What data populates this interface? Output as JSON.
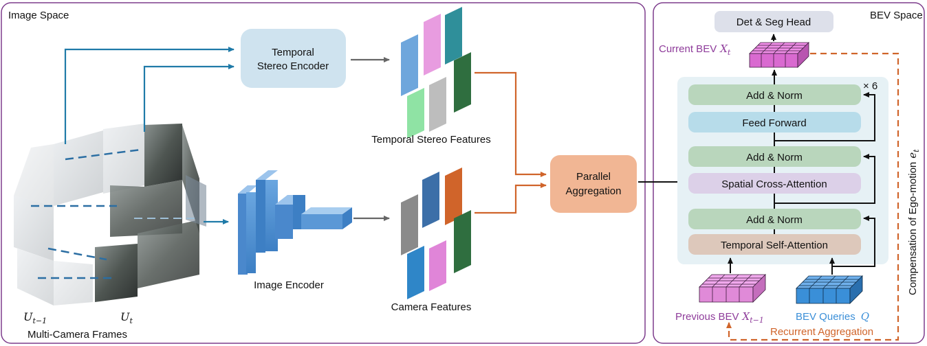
{
  "image_space": {
    "title": "Image Space",
    "temporal_stereo_encoder": {
      "line1": "Temporal",
      "line2": "Stereo Encoder"
    },
    "temporal_stereo_features": "Temporal Stereo Features",
    "image_encoder": "Image Encoder",
    "camera_features": "Camera Features",
    "parallel_aggregation": {
      "line1": "Parallel",
      "line2": "Aggregation"
    },
    "u_prev": "U",
    "u_prev_sub": "t−1",
    "u_curr": "U",
    "u_curr_sub": "t",
    "frames_label": "Multi-Camera Frames"
  },
  "bev_space": {
    "title": "BEV Space",
    "head": "Det & Seg Head",
    "current_bev": "Current BEV",
    "current_var": "X",
    "current_sub": "t",
    "repeat": "× 6",
    "layers": [
      "Add & Norm",
      "Feed Forward",
      "Add & Norm",
      "Spatial Cross-Attention",
      "Add & Norm",
      "Temporal Self-Attention"
    ],
    "previous_bev": "Previous BEV",
    "previous_var": "X",
    "previous_sub": "t−1",
    "bev_queries": "BEV Queries",
    "queries_var": "Q",
    "recurrent": "Recurrent Aggregation",
    "ego_motion": "Compensation of Ego-motion",
    "ego_var": "e",
    "ego_sub": "t"
  },
  "colors": {
    "panel_border": "#7d3c8c",
    "blue_arrow": "#1f7aa8",
    "orange_arrow": "#d0642a",
    "encoder_box": "#cfe3ef",
    "aggregation_box": "#f1b694",
    "add_norm": "#b9d6bc",
    "feed_forward": "#b7dcea",
    "cross_attention": "#dcd0e8",
    "self_attention": "#ddc8bb",
    "head_box": "#dde0ea",
    "bev_pink": "#e87fe0",
    "bev_blue": "#3a8fd8",
    "label_purple": "#8e3b9a",
    "label_blue": "#3b8fd8",
    "label_orange": "#d0642a"
  }
}
